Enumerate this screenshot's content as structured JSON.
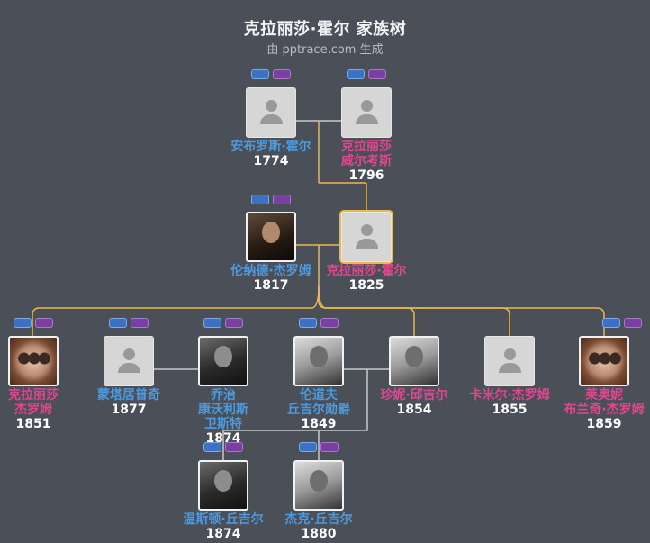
{
  "header": {
    "title": "克拉丽莎·霍尔 家族树",
    "subtitle": "由 pptrace.com 生成"
  },
  "people": {
    "ambrose": {
      "name": "安布罗斯·霍尔",
      "year": "1774"
    },
    "clarissa_willcox": {
      "name": "克拉丽莎\n威尔考斯",
      "year": "1796"
    },
    "leonard": {
      "name": "伦纳德·杰罗姆",
      "year": "1817"
    },
    "clarissa_hall": {
      "name": "克拉丽莎·霍尔",
      "year": "1825"
    },
    "clarissa_jerome": {
      "name": "克拉丽莎\n杰罗姆",
      "year": "1851"
    },
    "montague": {
      "name": "蒙塔居普奇",
      "year": "1877"
    },
    "george": {
      "name": "乔治\n康沃利斯\n卫斯特",
      "year": "1874"
    },
    "randolph": {
      "name": "伦道夫\n丘吉尔勋爵",
      "year": "1849"
    },
    "jennie": {
      "name": "珍妮·邱吉尔",
      "year": "1854"
    },
    "camille": {
      "name": "卡米尔·杰罗姆",
      "year": "1855"
    },
    "leonie": {
      "name": "莱奥妮\n布兰奇·杰罗姆",
      "year": "1859"
    },
    "winston": {
      "name": "温斯顿·丘吉尔",
      "year": "1874"
    },
    "jack": {
      "name": "杰克·丘吉尔",
      "year": "1880"
    }
  },
  "colors": {
    "background": "#4a4f58",
    "male_name": "#4a9be2",
    "female_name": "#e0478f",
    "connector_gold": "#e9b94a",
    "connector_gray": "#c8c8c8",
    "tag_blue": "#3b72c4",
    "tag_purple": "#7a3fa3"
  },
  "icons": {
    "placeholder": "person-silhouette-icon",
    "expand_parents": "parent-tags-icon"
  }
}
